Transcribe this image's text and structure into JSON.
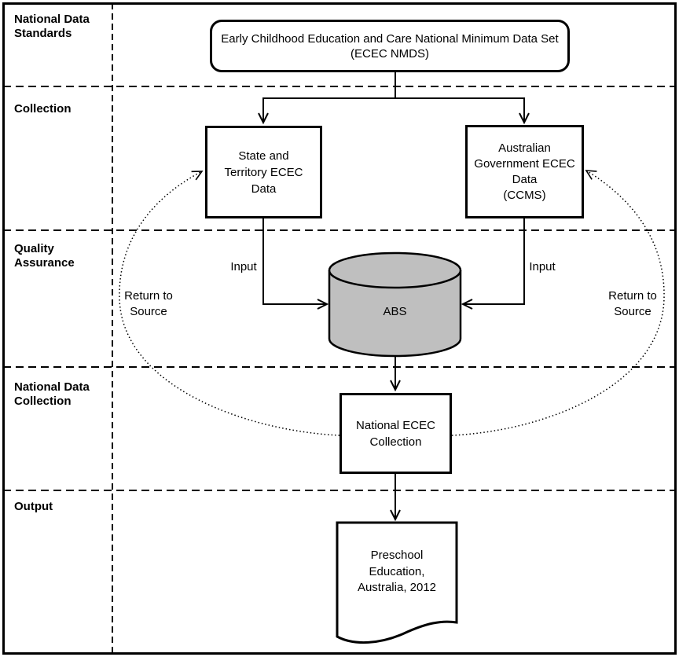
{
  "diagram_title": "ECEC NMDS data flow diagram",
  "colors": {
    "background": "#ffffff",
    "line": "#000000",
    "cylinder_fill": "#bfbfbf"
  },
  "rows": [
    {
      "label": "National Data\nStandards"
    },
    {
      "label": "Collection"
    },
    {
      "label": "Quality\nAssurance"
    },
    {
      "label": "National Data\nCollection"
    },
    {
      "label": "Output"
    }
  ],
  "nodes": {
    "ecec_nmds": {
      "label": "Early Childhood Education and Care National Minimum Data Set\n(ECEC NMDS)"
    },
    "state_territory": {
      "label": "State and\nTerritory ECEC\nData"
    },
    "australian_government": {
      "label": "Australian\nGovernment ECEC\nData\n(CCMS)"
    },
    "abs": {
      "label": "ABS"
    },
    "national_collection": {
      "label": "National ECEC\nCollection"
    },
    "output_document": {
      "label": "Preschool\nEducation,\nAustralia, 2012"
    }
  },
  "edge_labels": {
    "input_left": "Input",
    "input_right": "Input",
    "return_left": "Return to\nSource",
    "return_right": "Return to\nSource"
  }
}
